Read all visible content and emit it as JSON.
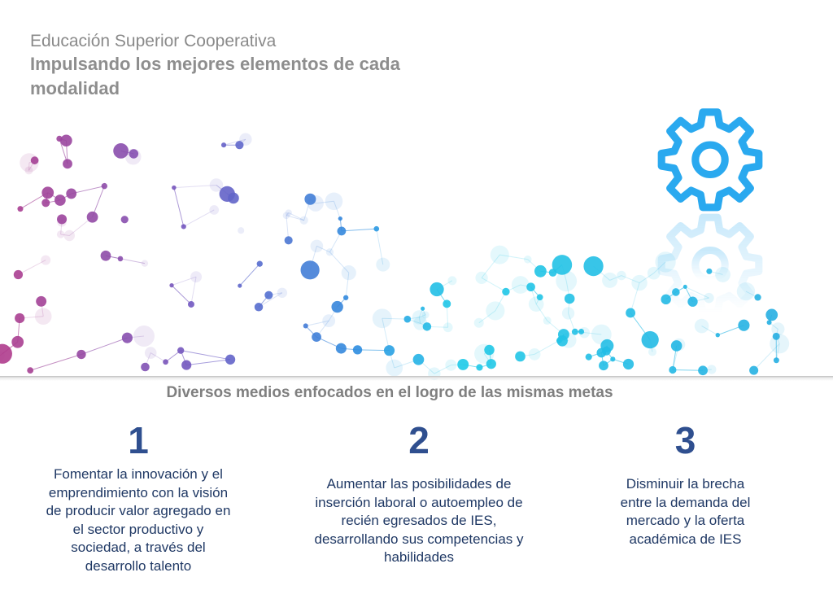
{
  "header": {
    "title": "Educación Superior Cooperativa",
    "subtitle_line1": "Impulsando los mejores elementos de cada",
    "subtitle_line2": "modalidad"
  },
  "section_title": "Diversos medios enfocados en el logro de las mismas metas",
  "goals": [
    {
      "number": "1",
      "lines": [
        "Fomentar la innovación y el",
        "emprendimiento con la visión",
        "de producir valor agregado en",
        "el sector productivo y",
        "sociedad, a través del",
        "desarrollo talento"
      ]
    },
    {
      "number": "2",
      "lines": [
        "Aumentar las posibilidades de",
        "inserción laboral o autoempleo de",
        "recién egresados de IES,",
        "desarrollando sus competencias y",
        "habilidades"
      ]
    },
    {
      "number": "3",
      "lines": [
        "Disminuir la brecha",
        "entre la demanda del",
        "mercado y la oferta",
        "académica de IES"
      ]
    }
  ],
  "icons": {
    "gear": "gear-icon"
  },
  "colors": {
    "gear": "#2aa9ef",
    "numbers": "#2f4f8f",
    "text": "#1f3864",
    "network_magenta": "#b03c8c",
    "network_purple": "#6e5bc4",
    "network_blue": "#2e8de0",
    "network_cyan": "#1fcbe8"
  }
}
